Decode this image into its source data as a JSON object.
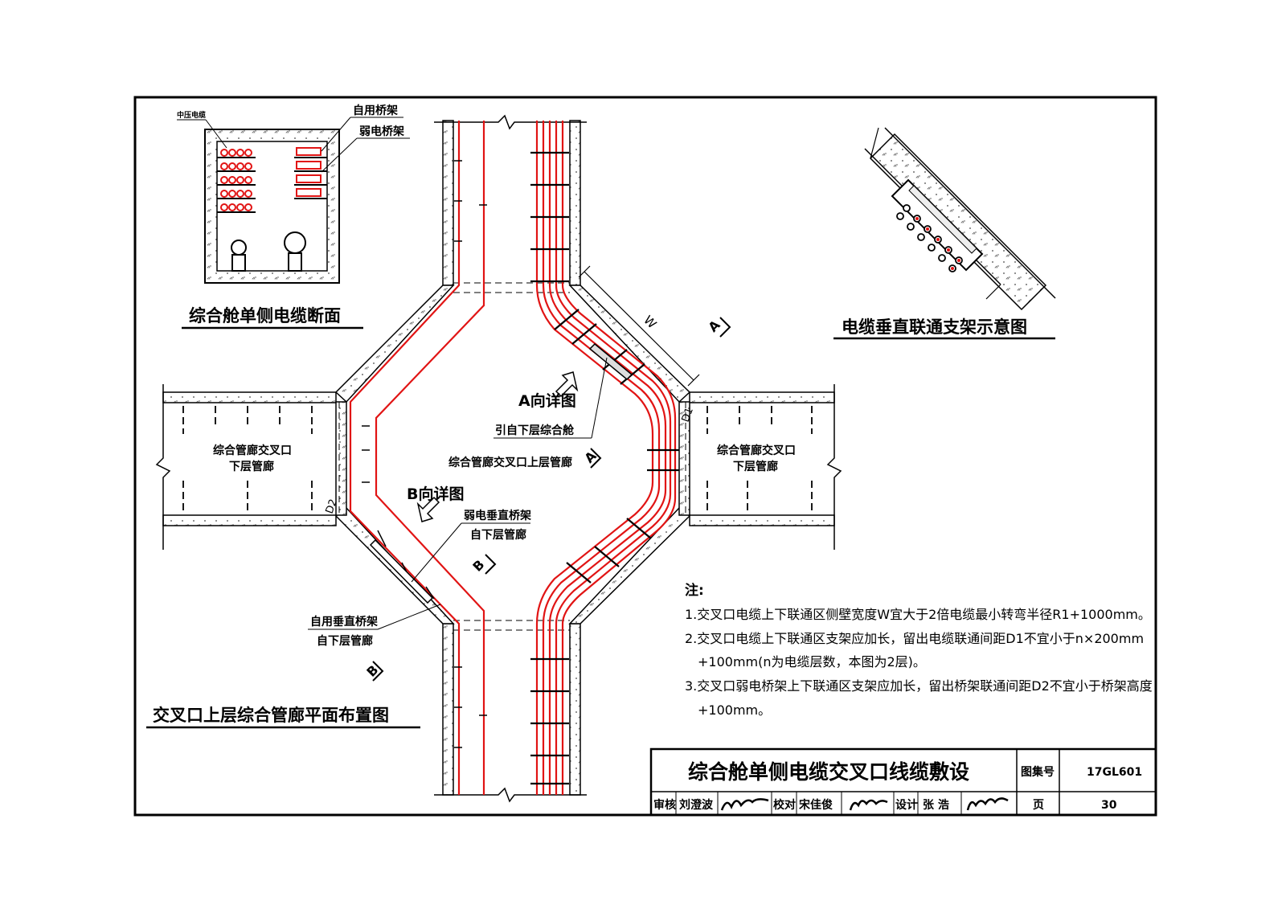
{
  "drawing": {
    "plan_title": "交叉口上层综合管廊平面布置图",
    "section_title": "综合舱单侧电缆断面",
    "bracket_title": "电缆垂直联通支架示意图",
    "section_labels": {
      "mv_cable": "中压电缆",
      "own_tray": "自用桥架",
      "weak_tray": "弱电桥架"
    },
    "plan_labels": {
      "view_a": "A向详图",
      "view_b": "B向详图",
      "from_lower_cabin": "引自下层综合舱",
      "upper_gallery": "综合管廊交叉口上层管廊",
      "lower_gallery_left_1": "综合管廊交叉口",
      "lower_gallery_left_2": "下层管廊",
      "lower_gallery_right_1": "综合管廊交叉口",
      "lower_gallery_right_2": "下层管廊",
      "weak_vertical_tray_1": "弱电垂直桥架",
      "weak_vertical_tray_2": "自下层管廊",
      "own_vertical_tray_1": "自用垂直桥架",
      "own_vertical_tray_2": "自下层管廊",
      "dim_w": "W",
      "dim_d1": "D1",
      "dim_d2": "D2",
      "section_a": "A",
      "section_b": "B"
    }
  },
  "notes": {
    "heading": "注:",
    "lines": [
      "1.交叉口电缆上下联通区侧壁宽度W宜大于2倍电缆最小转弯半径R1+1000mm。",
      "2.交叉口电缆上下联通区支架应加长，留出电缆联通间距D1不宜小于n×200mm",
      "+100mm(n为电缆层数，本图为2层)。",
      "3.交叉口弱电桥架上下联通区支架应加长，留出桥架联通间距D2不宜小于桥架高度",
      "+100mm。"
    ]
  },
  "title_block": {
    "title": "综合舱单侧电缆交叉口线缆敷设",
    "atlas_label": "图集号",
    "atlas_number": "17GL601",
    "review_label": "审核",
    "review_name": "刘澄波",
    "check_label": "校对",
    "check_name": "宋佳俊",
    "design_label": "设计",
    "design_name": "张 浩",
    "page_label": "页",
    "page_number": "30"
  },
  "colors": {
    "cable": "#e11414",
    "line": "#000000",
    "concrete": "#ffffff"
  }
}
